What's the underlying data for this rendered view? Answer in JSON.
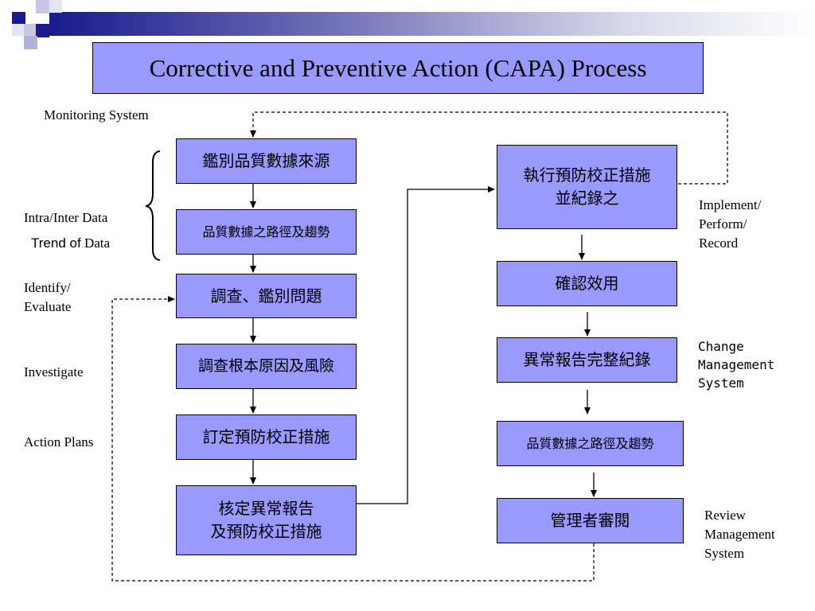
{
  "title": "Corrective and Preventive Action (CAPA) Process",
  "left_labels": {
    "monitoring": "Monitoring System",
    "intra_inter": "Intra/Inter Data",
    "trend_a": "Trend of",
    "trend_b": "Data",
    "identify_1": "Identify/",
    "identify_2": "Evaluate",
    "investigate": "Investigate",
    "action_plans": "Action Plans"
  },
  "left_steps": [
    {
      "line1": "鑑別品質數據來源"
    },
    {
      "line1": "品質數據之路徑及趨勢"
    },
    {
      "line1": "調查、鑑別問題"
    },
    {
      "line1": "調查根本原因及風險"
    },
    {
      "line1": "訂定預防校正措施"
    },
    {
      "line1": "核定異常報告",
      "line2": "及預防校正措施"
    }
  ],
  "right_steps": [
    {
      "line1": "執行預防校正措施",
      "line2": "並紀錄之"
    },
    {
      "line1": "確認效用"
    },
    {
      "line1": "異常報告完整紀錄"
    },
    {
      "line1": "品質數據之路徑及趨勢"
    },
    {
      "line1": "管理者審閱"
    }
  ],
  "right_labels": {
    "implement_1": "Implement/",
    "implement_2": "Perform/",
    "implement_3": "Record",
    "change_1": "Change",
    "change_2": "Management",
    "change_3": "System",
    "review_1": "Review",
    "review_2": "Management",
    "review_3": "System"
  },
  "colors": {
    "box_fill": "#9999ff",
    "header_dark": "#1a1a8c"
  }
}
